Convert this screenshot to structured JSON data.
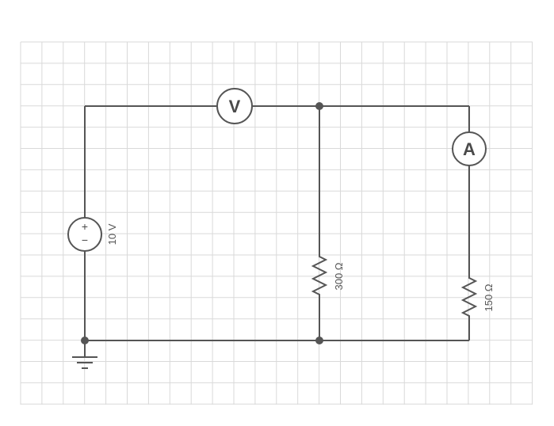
{
  "colors": {
    "wire": "#555555",
    "grid": "#d9d9d9",
    "background": "#ffffff"
  },
  "source": {
    "label": "10 V",
    "plus": "+",
    "minus": "−"
  },
  "voltmeter": {
    "symbol": "V"
  },
  "ammeter": {
    "symbol": "A"
  },
  "resistor_300": {
    "label": "300 Ω"
  },
  "resistor_150": {
    "label": "150 Ω"
  },
  "icons": [
    "voltage-source-icon",
    "voltmeter-icon",
    "ammeter-icon",
    "resistor-icon",
    "ground-icon",
    "junction-dot-icon"
  ]
}
